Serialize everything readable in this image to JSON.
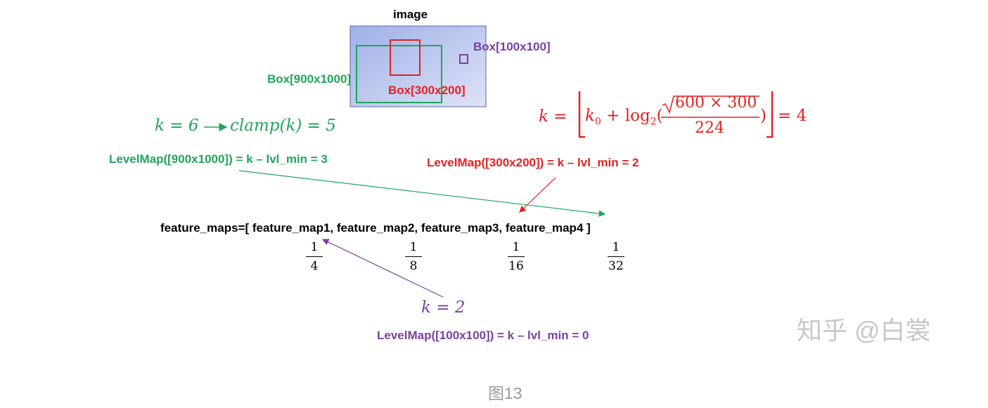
{
  "image_title": "image",
  "boxes": {
    "large": "Box[900x1000]",
    "medium": "Box[300x200]",
    "small": "Box[100x100]"
  },
  "green_eq": {
    "lhs": "k = 6",
    "rhs": "clamp(k) = 5"
  },
  "red_eq": {
    "lhs": "k =",
    "k0": "k",
    "sub0": "0",
    "plus": "+ log",
    "sub2": "2",
    "numer": "600 × 300",
    "denom": "224",
    "rhs": "= 4"
  },
  "levelmaps": {
    "green": "LevelMap([900x1000]) = k – lvl_min = 3",
    "red": "LevelMap([300x200]) = k – lvl_min = 2",
    "purple": "LevelMap([100x100]) = k – lvl_min = 0"
  },
  "feature_maps_line": "feature_maps=[ feature_map1,  feature_map2,  feature_map3,  feature_map4 ]",
  "scales": [
    {
      "n": "1",
      "d": "4"
    },
    {
      "n": "1",
      "d": "8"
    },
    {
      "n": "1",
      "d": "16"
    },
    {
      "n": "1",
      "d": "32"
    }
  ],
  "purple_eq": "k = 2",
  "watermark": "知乎 @白裳",
  "caption": "图13",
  "colors": {
    "green": "#1fa65a",
    "red": "#e42222",
    "purple": "#7b3fa3"
  }
}
